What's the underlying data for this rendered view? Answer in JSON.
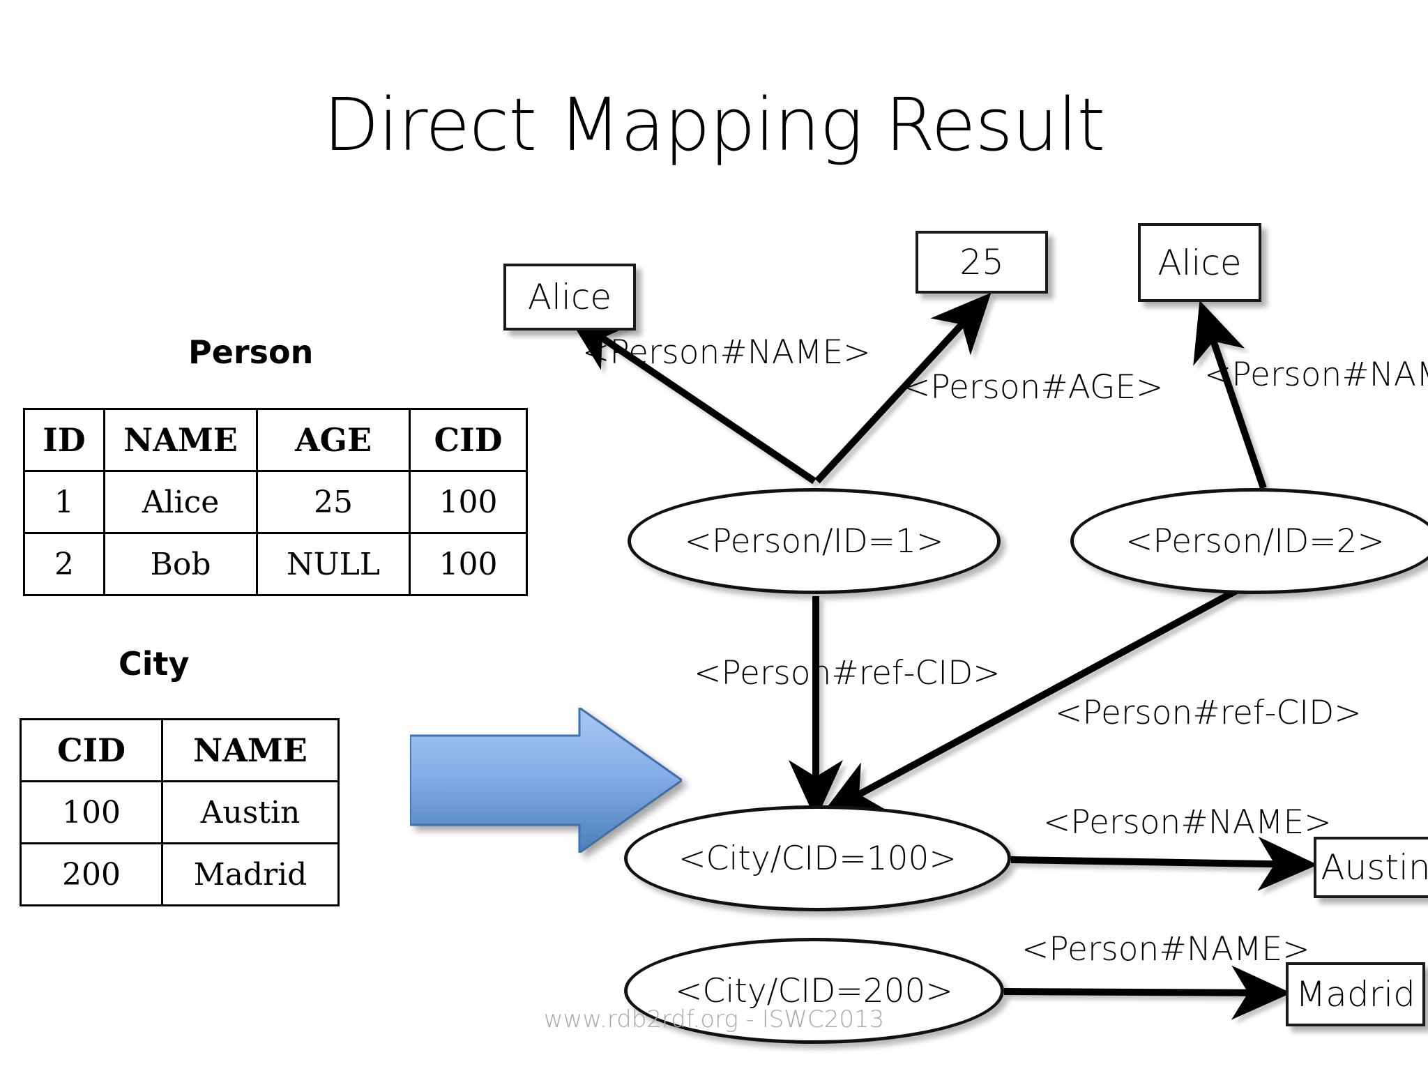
{
  "slide": {
    "title": "Direct Mapping Result",
    "footer": "www.rdb2rdf.org - ISWC2013"
  },
  "tables": [
    {
      "name": "person",
      "heading": "Person",
      "columns": [
        "ID",
        "NAME",
        "AGE",
        "CID"
      ],
      "rows": [
        [
          "1",
          "Alice",
          "25",
          "100"
        ],
        [
          "2",
          "Bob",
          "NULL",
          "100"
        ]
      ]
    },
    {
      "name": "city",
      "heading": "City",
      "columns": [
        "CID",
        "NAME"
      ],
      "rows": [
        [
          "100",
          "Austin"
        ],
        [
          "200",
          "Madrid"
        ]
      ]
    }
  ],
  "graph": {
    "nodes": [
      {
        "id": "person1",
        "label": "<Person/ID=1>",
        "shape": "ellipse"
      },
      {
        "id": "person2",
        "label": "<Person/ID=2>",
        "shape": "ellipse"
      },
      {
        "id": "city100",
        "label": "<City/CID=100>",
        "shape": "ellipse"
      },
      {
        "id": "city200",
        "label": "<City/CID=200>",
        "shape": "ellipse"
      }
    ],
    "literals": [
      {
        "id": "alice1",
        "label": "Alice",
        "shape": "box"
      },
      {
        "id": "age25",
        "label": "25",
        "shape": "box"
      },
      {
        "id": "alice2",
        "label": "Alice",
        "shape": "box"
      },
      {
        "id": "austin",
        "label": "Austin",
        "shape": "box"
      },
      {
        "id": "madrid",
        "label": "Madrid",
        "shape": "box"
      }
    ],
    "edges": [
      {
        "from": "person1",
        "to": "alice1",
        "label": "<Person#NAME>"
      },
      {
        "from": "person1",
        "to": "age25",
        "label": "<Person#AGE>"
      },
      {
        "from": "person2",
        "to": "alice2",
        "label": "<Person#NAME>"
      },
      {
        "from": "person1",
        "to": "city100",
        "label": "<Person#ref-CID>"
      },
      {
        "from": "person2",
        "to": "city100",
        "label": "<Person#ref-CID>"
      },
      {
        "from": "city100",
        "to": "austin",
        "label": "<Person#NAME>"
      },
      {
        "from": "city200",
        "to": "madrid",
        "label": "<Person#NAME>"
      }
    ]
  },
  "decor": {
    "arrow_name": "blue-right-arrow",
    "arrow_fill_top": "#9CC0EE",
    "arrow_fill_bottom": "#4A7EBB",
    "arrow_stroke": "#3E6FA8"
  }
}
